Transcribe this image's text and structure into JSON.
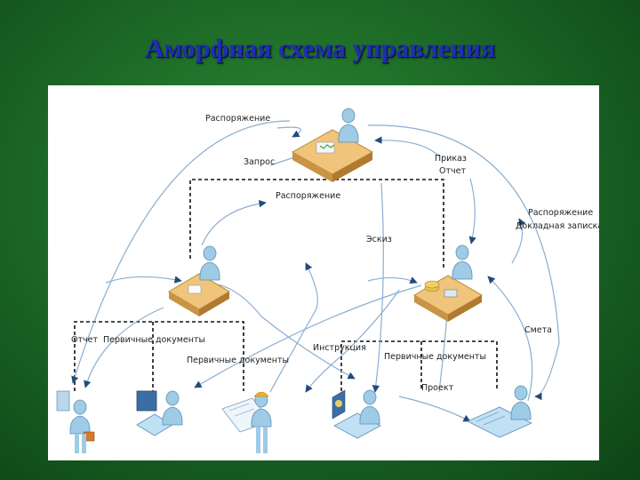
{
  "title": "Аморфная схема управления",
  "labels": {
    "rasporyazhenie_top": "Распоряжение",
    "zapros": "Запрос",
    "prikaz": "Приказ",
    "otchet_right": "Отчет",
    "rasporyazhenie_mid": "Распоряжение",
    "eskiz": "Эскиз",
    "rasporyazhenie_r": "Распоряжение",
    "dokladnaya": "Докладная записка",
    "smeta": "Смета",
    "otchet_left": "Отчет",
    "pervichnye_left": "Первичные документы",
    "instruktsiya": "Инструкция",
    "pervichnye_mid": "Первичные документы",
    "pervichnye_right": "Первичные документы",
    "proekt": "Проект"
  },
  "colors": {
    "title": "#1f2fb0",
    "arrow": "#8aaed0",
    "dashed": "#111111",
    "person": "#9ecbe6"
  }
}
